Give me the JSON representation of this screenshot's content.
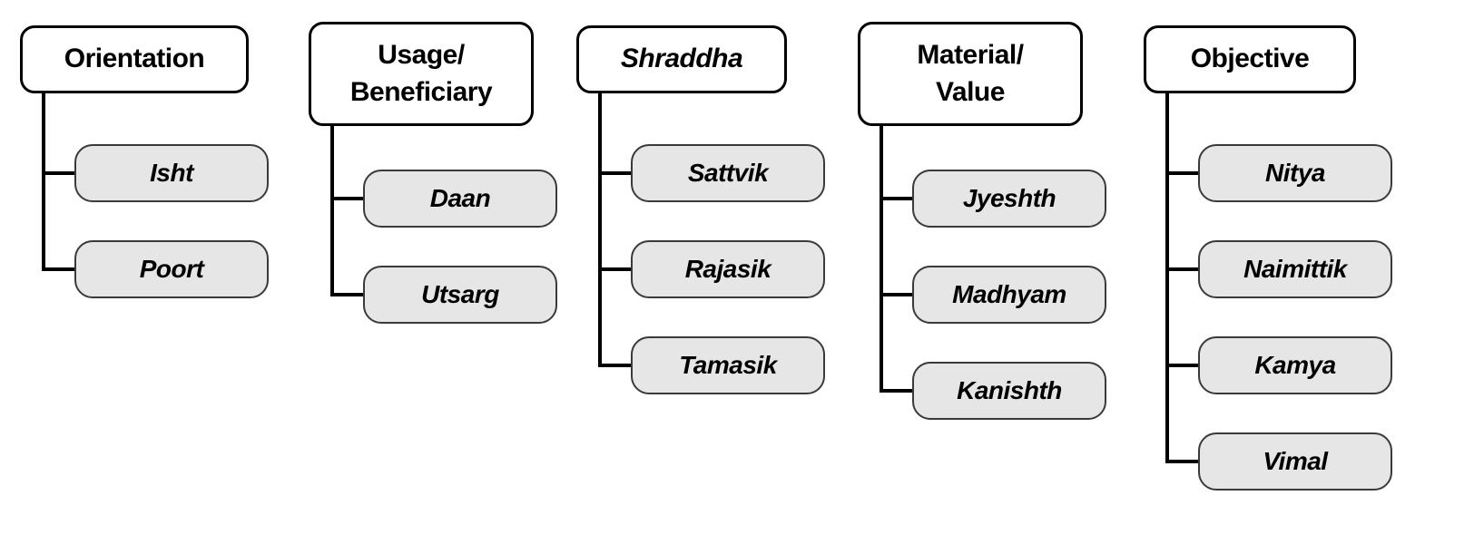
{
  "diagram": {
    "trees": [
      {
        "root_lines": [
          "Orientation"
        ],
        "children": [
          "Isht",
          "Poort"
        ]
      },
      {
        "root_lines": [
          "Usage/",
          "Beneficiary"
        ],
        "children": [
          "Daan",
          "Utsarg"
        ]
      },
      {
        "root_lines": [
          "Shraddha"
        ],
        "children": [
          "Sattvik",
          "Rajasik",
          "Tamasik"
        ]
      },
      {
        "root_lines": [
          "Material/",
          "Value"
        ],
        "children": [
          "Jyeshth",
          "Madhyam",
          "Kanishth"
        ]
      },
      {
        "root_lines": [
          "Objective"
        ],
        "children": [
          "Nitya",
          "Naimittik",
          "Kamya",
          "Vimal"
        ]
      }
    ],
    "colors": {
      "root_bg": "#ffffff",
      "child_bg": "#e6e6e6",
      "border": "#000000",
      "connector": "#000000",
      "text": "#000000"
    }
  }
}
